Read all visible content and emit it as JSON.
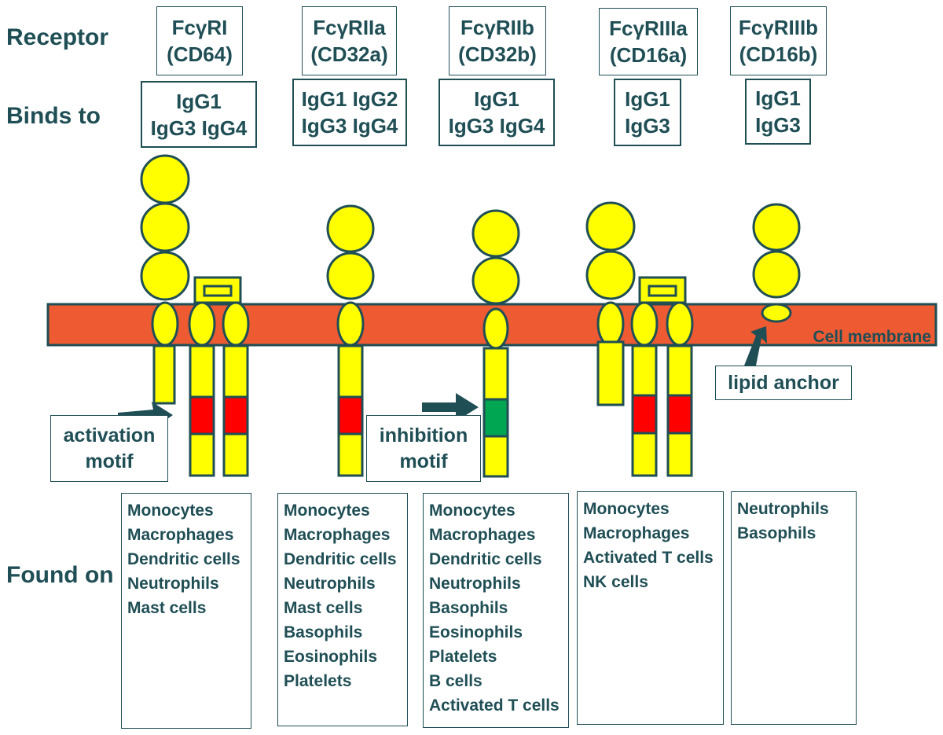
{
  "row_labels": {
    "receptor": "Receptor",
    "binds_to": "Binds to",
    "found_on": "Found on"
  },
  "receptors": [
    {
      "name": "FcγRI",
      "cd": "(CD64)",
      "binds": [
        "IgG1",
        "IgG3 IgG4"
      ],
      "cells": [
        "Monocytes",
        "Macrophages",
        "Dendritic cells",
        "Neutrophils",
        "Mast cells"
      ]
    },
    {
      "name": "FcγRIIa",
      "cd": "(CD32a)",
      "binds": [
        "IgG1 IgG2",
        "IgG3 IgG4"
      ],
      "cells": [
        "Monocytes",
        "Macrophages",
        "Dendritic cells",
        "Neutrophils",
        "Mast cells",
        "Basophils",
        "Eosinophils",
        "Platelets"
      ]
    },
    {
      "name": "FcγRIIb",
      "cd": "(CD32b)",
      "binds": [
        "IgG1",
        "IgG3 IgG4"
      ],
      "cells": [
        "Monocytes",
        "Macrophages",
        "Dendritic cells",
        "Neutrophils",
        "Basophils",
        "Eosinophils",
        "Platelets",
        "B cells",
        "Activated T cells"
      ]
    },
    {
      "name": "FcγRIIIa",
      "cd": "(CD16a)",
      "binds": [
        "IgG1",
        "IgG3"
      ],
      "cells": [
        "Monocytes",
        "Macrophages",
        "Activated T cells",
        "NK cells"
      ]
    },
    {
      "name": "FcγRIIIb",
      "cd": "(CD16b)",
      "binds": [
        "IgG1",
        "IgG3"
      ],
      "cells": [
        "Neutrophils",
        "Basophils"
      ]
    }
  ],
  "membrane_label": "Cell membrane",
  "callouts": {
    "activation": [
      "activation",
      "motif"
    ],
    "inhibition": [
      "inhibition",
      "motif"
    ],
    "lipid": "lipid anchor"
  },
  "colors": {
    "text": "#1f4e55",
    "membrane": "#ee5b33",
    "domain": "#ffff00",
    "domain_stroke": "#1f4e55",
    "activation_motif": "#ff0000",
    "inhibition_motif": "#00a651",
    "arrow": "#1f4e55"
  }
}
